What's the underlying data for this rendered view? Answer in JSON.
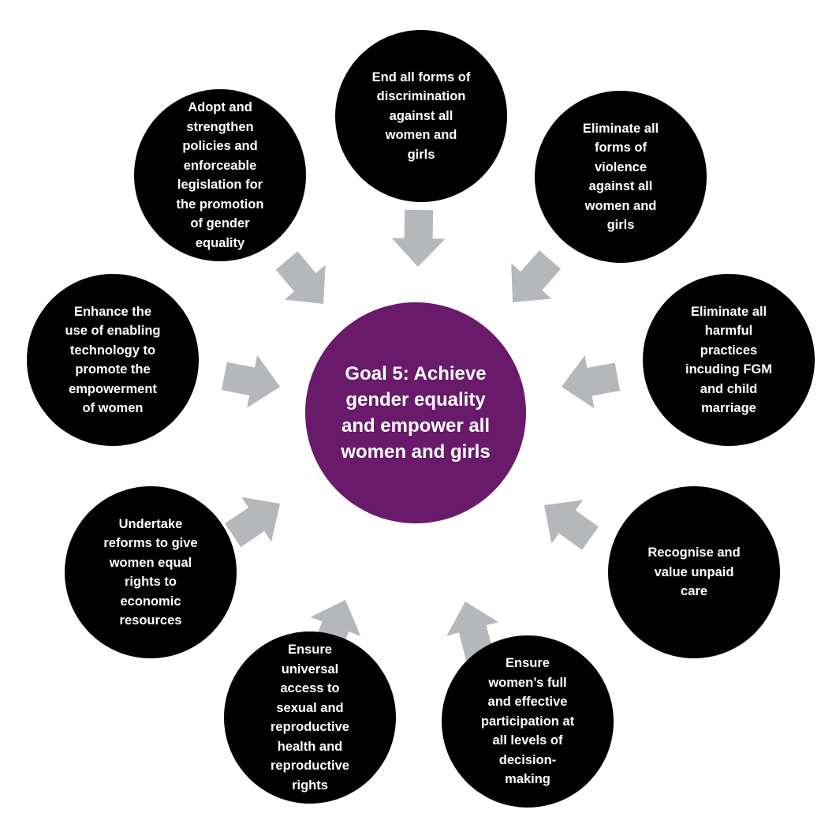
{
  "diagram": {
    "colors": {
      "node_fill": "#000000",
      "node_text": "#ffffff",
      "center_fill": "#6a1a6b",
      "center_text": "#ffffff",
      "arrow_fill": "#b5b7ba"
    },
    "center": {
      "text": "Goal 5: Achieve\ngender equality\nand empower all\nwomen and girls"
    },
    "targets": [
      {
        "id": "discrimination",
        "text": "End all forms of\ndiscrimination\nagainst all\nwomen and\ngirls"
      },
      {
        "id": "violence",
        "text": "Eliminate all\nforms of\nviolence\nagainst all\nwomen and\ngirls"
      },
      {
        "id": "harmful-practices",
        "text": "Eliminate all\nharmful\npractices\nincuding FGM\nand child\nmarriage"
      },
      {
        "id": "unpaid-care",
        "text": "Recognise and\nvalue unpaid\ncare"
      },
      {
        "id": "participation",
        "text": "Ensure\nwomen’s full\nand effective\nparticipation at\nall levels of\ndecision-\nmaking"
      },
      {
        "id": "reproductive-health",
        "text": "Ensure\nuniversal\naccess to\nsexual and\nreproductive\nhealth and\nreproductive\nrights"
      },
      {
        "id": "economic-resources",
        "text": "Undertake\nreforms to give\nwomen equal\nrights to\neconomic\nresources"
      },
      {
        "id": "technology",
        "text": "Enhance the\nuse of enabling\ntechnology to\npromote the\nempowerment\nof women"
      },
      {
        "id": "legislation",
        "text": "Adopt and\nstrengthen\npolicies and\nenforceable\nlegislation for\nthe promotion\nof gender\nequality"
      }
    ]
  }
}
